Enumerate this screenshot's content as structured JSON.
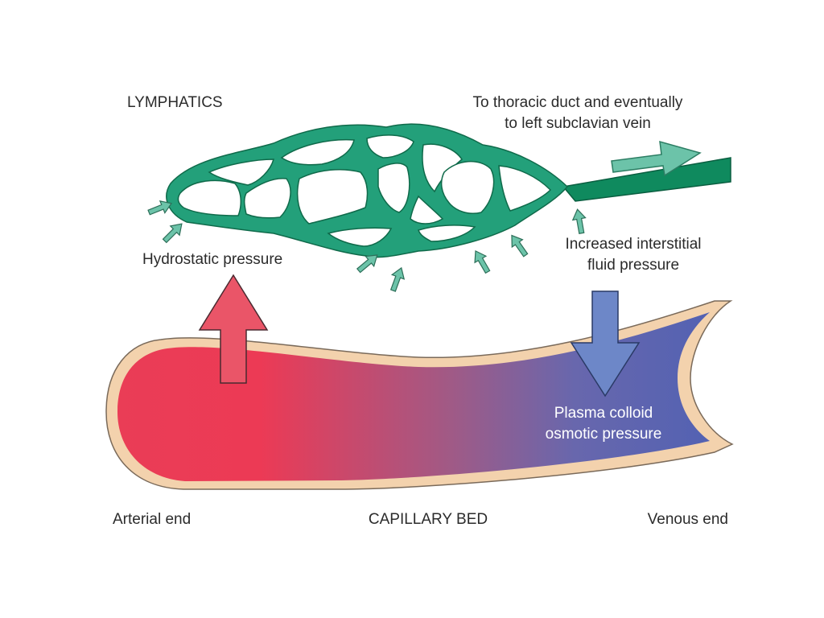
{
  "labels": {
    "lymphatics": "LYMPHATICS",
    "thoracic_line1": "To thoracic duct and eventually",
    "thoracic_line2": "to left subclavian vein",
    "hydrostatic": "Hydrostatic pressure",
    "interstitial_line1": "Increased interstitial",
    "interstitial_line2": "fluid pressure",
    "plasma_line1": "Plasma colloid",
    "plasma_line2": "osmotic pressure",
    "arterial_end": "Arterial end",
    "capillary_bed": "CAPILLARY BED",
    "venous_end": "Venous end"
  },
  "colors": {
    "lymph_fill": "#23a07a",
    "lymph_dark": "#0f7a56",
    "lymph_arrow": "#6cc3a9",
    "arterial": "#ea3d56",
    "venous": "#5563b2",
    "vessel_wall": "#f3d2ad",
    "hydrostatic_arrow": "#ea5568",
    "osmotic_arrow": "#6d87c8"
  }
}
